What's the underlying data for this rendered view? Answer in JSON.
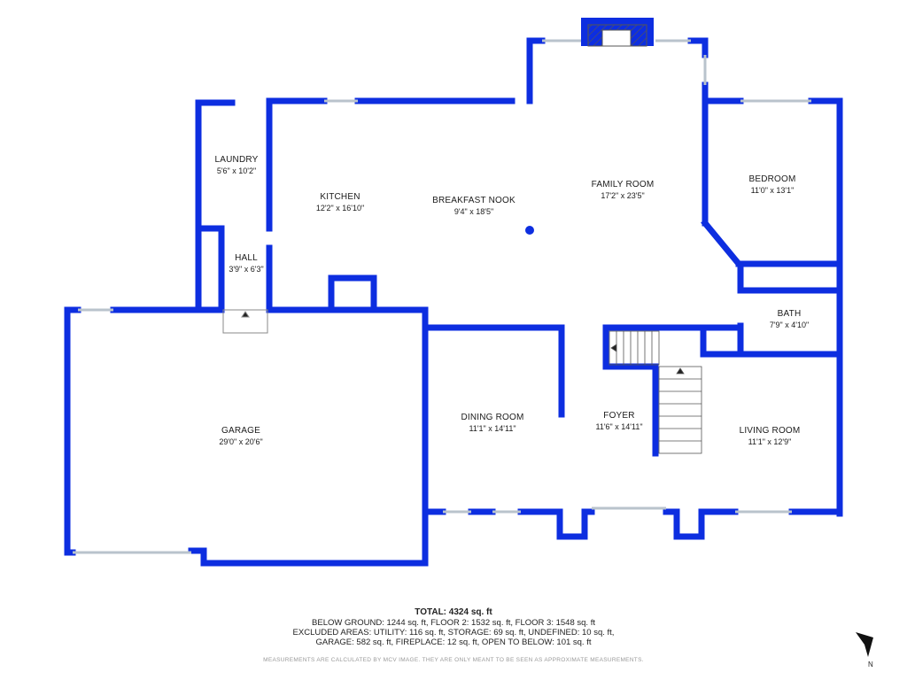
{
  "colors": {
    "wall": "#0d2ee0",
    "window": "#b9c3cc",
    "fireplace_hatch": "#555555",
    "text": "#1a1a1a"
  },
  "rooms": {
    "laundry": {
      "name": "LAUNDRY",
      "dims": "5'6\" x 10'2\""
    },
    "kitchen": {
      "name": "KITCHEN",
      "dims": "12'2\" x 16'10\""
    },
    "breakfast": {
      "name": "BREAKFAST NOOK",
      "dims": "9'4\" x 18'5\""
    },
    "family": {
      "name": "FAMILY ROOM",
      "dims": "17'2\" x 23'5\""
    },
    "bedroom": {
      "name": "BEDROOM",
      "dims": "11'0\" x 13'1\""
    },
    "hall": {
      "name": "HALL",
      "dims": "3'9\" x 6'3\""
    },
    "bath": {
      "name": "BATH",
      "dims": "7'9\" x 4'10\""
    },
    "garage": {
      "name": "GARAGE",
      "dims": "29'0\" x 20'6\""
    },
    "dining": {
      "name": "DINING ROOM",
      "dims": "11'1\" x 14'11\""
    },
    "foyer": {
      "name": "FOYER",
      "dims": "11'6\" x 14'11\""
    },
    "living": {
      "name": "LIVING ROOM",
      "dims": "11'1\" x 12'9\""
    }
  },
  "summary": {
    "total": "TOTAL: 4324 sq. ft",
    "line1": "BELOW GROUND: 1244 sq. ft, FLOOR 2: 1532 sq. ft, FLOOR 3: 1548 sq. ft",
    "line2": "EXCLUDED AREAS: UTILITY: 116 sq. ft, STORAGE: 69 sq. ft, UNDEFINED: 10 sq. ft,",
    "line3": "GARAGE: 582 sq. ft, FIREPLACE: 12 sq. ft, OPEN TO BELOW: 101 sq. ft"
  },
  "disclaimer": "MEASUREMENTS ARE CALCULATED BY MCV IMAGE. THEY ARE ONLY MEANT TO BE SEEN AS APPROXIMATE MEASUREMENTS.",
  "compass": {
    "label": "N",
    "icon": "north-arrow-icon"
  }
}
